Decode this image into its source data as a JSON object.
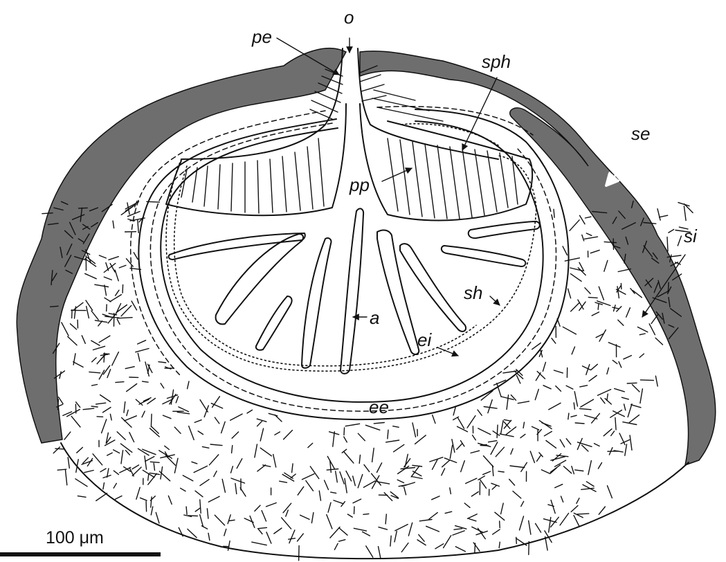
{
  "labels": {
    "o": "o",
    "pe": "pe",
    "sph": "sph",
    "se": "se",
    "pp": "pp",
    "si": "si",
    "sh": "sh",
    "a": "a",
    "ei": "ei",
    "ee": "ee"
  },
  "scale_bar": {
    "label": "100 μm"
  },
  "colors": {
    "outer_layer": "#6e6e6e",
    "line": "#111111",
    "background": "#ffffff"
  }
}
